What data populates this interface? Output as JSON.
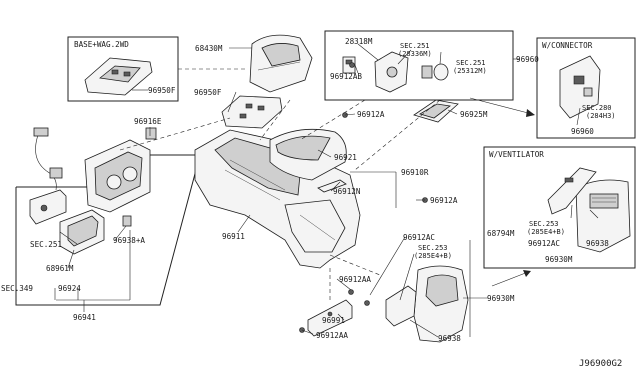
{
  "diagram_id": "J96900G2",
  "boxes": {
    "base_wag": {
      "title": "BASE+WAG.2WD"
    },
    "connector": {
      "title": "W/CONNECTOR"
    },
    "ventilator": {
      "title": "W/VENTILATOR"
    }
  },
  "labels": {
    "p68430M": "68430M",
    "p96950F_box": "96950F",
    "p96950F": "96950F",
    "p96916E": "96916E",
    "p28318M": "28318M",
    "p96912AB": "96912AB",
    "sec251_28336M": "SEC.251\n(28336M)",
    "sec251_25312M": "SEC.251\n(25312M)",
    "p96960_top": "96960",
    "p96912A_mid": "96912A",
    "p96925M": "96925M",
    "sec280_284H3": "SEC.280\n(284H3)",
    "p96960_conn": "96960",
    "p96921": "96921",
    "p96910R": "96910R",
    "p96912N": "96912N",
    "p96912A_right": "96912A",
    "p68794M": "68794M",
    "sec253_285E4B_vent": "SEC.253\n(285E4+B)",
    "p96912AC_vent": "96912AC",
    "p96938_vent": "96938",
    "p96930M_vent": "96930M",
    "p96911": "96911",
    "sec251_left": "SEC.251",
    "p68961M": "68961M",
    "p96938A": "96938+A",
    "sec349": "SEC.349",
    "p96924": "96924",
    "p96941": "96941",
    "p96912AA_mid": "96912AA",
    "p96991": "96991",
    "p96912AA_bot": "96912AA",
    "p96912AC": "96912AC",
    "sec253_285E4B": "SEC.253\n(285E4+B)",
    "p96930M": "96930M",
    "p96938": "96938"
  }
}
